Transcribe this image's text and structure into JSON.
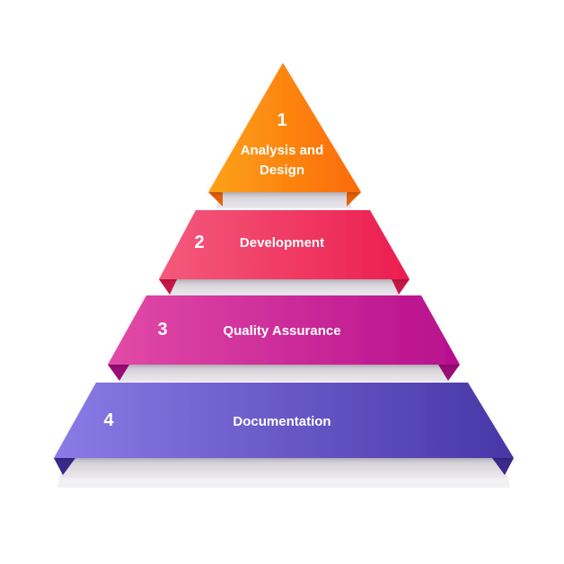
{
  "pyramid": {
    "levels": [
      {
        "number": "1",
        "label_line1": "Analysis and",
        "label_line2": "Design",
        "color_from": "#fda21a",
        "color_to": "#fb6a06",
        "fold_color": "#e4600a"
      },
      {
        "number": "2",
        "label": "Development",
        "color_from": "#f45a7c",
        "color_to": "#ec1d4f",
        "fold_color": "#c81746"
      },
      {
        "number": "3",
        "label": "Quality Assurance",
        "color_from": "#e24aa6",
        "color_to": "#b70f8e",
        "fold_color": "#9a0c78"
      },
      {
        "number": "4",
        "label": "Documentation",
        "color_from": "#8a7be6",
        "color_to": "#4836a6",
        "fold_color": "#3a2a8c"
      }
    ]
  }
}
